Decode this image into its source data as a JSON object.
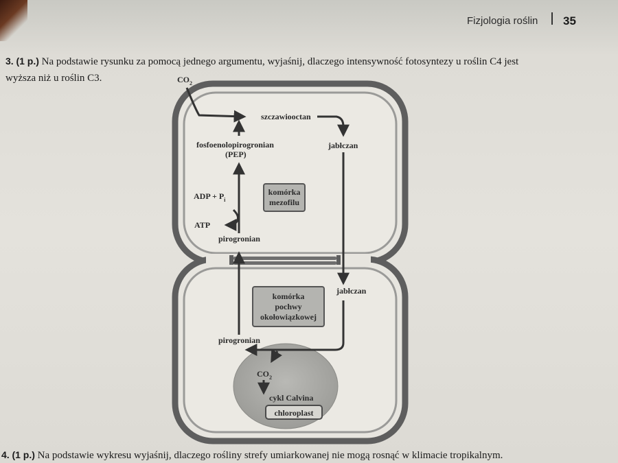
{
  "header": {
    "title": "Fizjologia roślin",
    "page_number": "35"
  },
  "question3": {
    "number": "3.",
    "points": "(1 p.)",
    "text_line1": "Na podstawie rysunku za pomocą jednego argumentu, wyjaśnij, dlaczego intensywność fotosyntezy u roślin C4 jest",
    "text_line2": "wyższa niż u roślin C3."
  },
  "diagram": {
    "co2_top": "CO",
    "co2_sub": "2",
    "szczawiooctan": "szczawiooctan",
    "fosfoenolopirogronian": "fosfoenolopirogronian",
    "pep": "(PEP)",
    "jablczan_top": "jabłczan",
    "adp_pi": "ADP + P",
    "pi_sub": "i",
    "atp": "ATP",
    "pirogronian_top": "pirogronian",
    "mezofil_line1": "komórka",
    "mezofil_line2": "mezofilu",
    "jablczan_bottom": "jabłczan",
    "pochwa_line1": "komórka",
    "pochwa_line2": "pochwy",
    "pochwa_line3": "okołowiązkowej",
    "pirogronian_bottom": "pirogronian",
    "co2_chloro": "CO",
    "co2_chloro_sub": "2",
    "cykl_calvina": "cykl Calvina",
    "chloroplast": "chloroplast"
  },
  "question4": {
    "number": "4.",
    "points": "(1 p.)",
    "text": "Na podstawie wykresu wyjaśnij, dlaczego rośliny strefy umiarkowanej nie mogą rosnąć w klimacie tropikalnym."
  }
}
